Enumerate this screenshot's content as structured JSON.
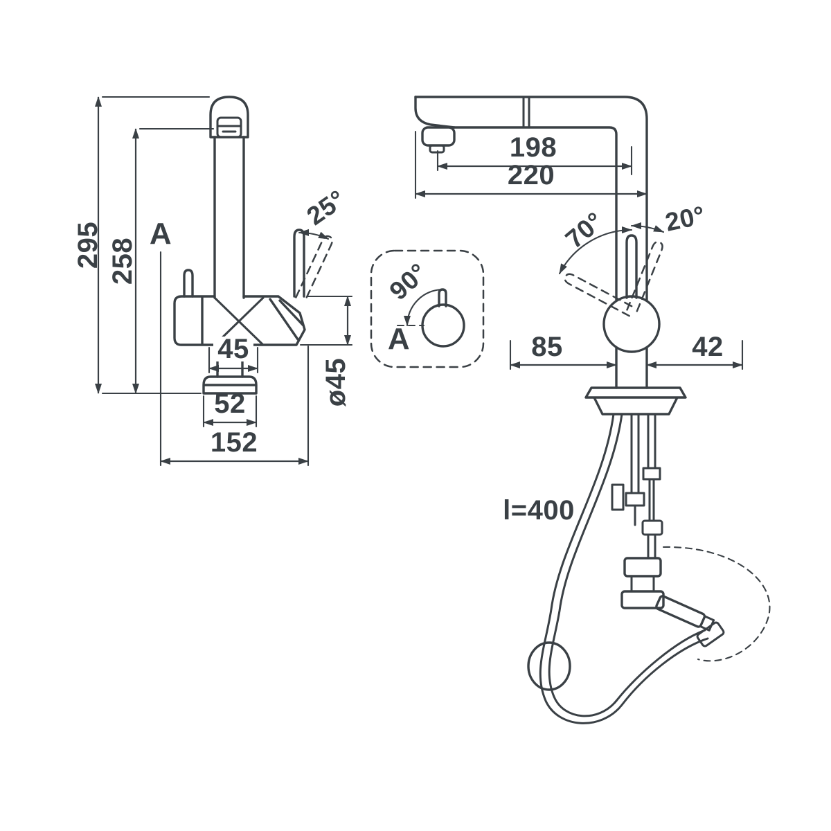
{
  "colors": {
    "ink": "#3a4045",
    "background": "#ffffff"
  },
  "front_view": {
    "dim_height_total": "295",
    "dim_height_to_aerator": "258",
    "section_label": "A",
    "dim_handle_angle": "25°",
    "dim_body_width": "45",
    "dim_body_diameter": "ø45",
    "dim_base_width": "52",
    "dim_total_width": "152"
  },
  "detail_view": {
    "dim_swivel_angle": "90°",
    "view_label": "A"
  },
  "side_view": {
    "dim_spout_reach": "198",
    "dim_spout_reach_overall": "220",
    "dim_handle_tilt_back": "70°",
    "dim_handle_tilt_forward": "20°",
    "dim_axis_to_front": "85",
    "dim_axis_to_rear": "42",
    "hose_length": "l=400"
  }
}
